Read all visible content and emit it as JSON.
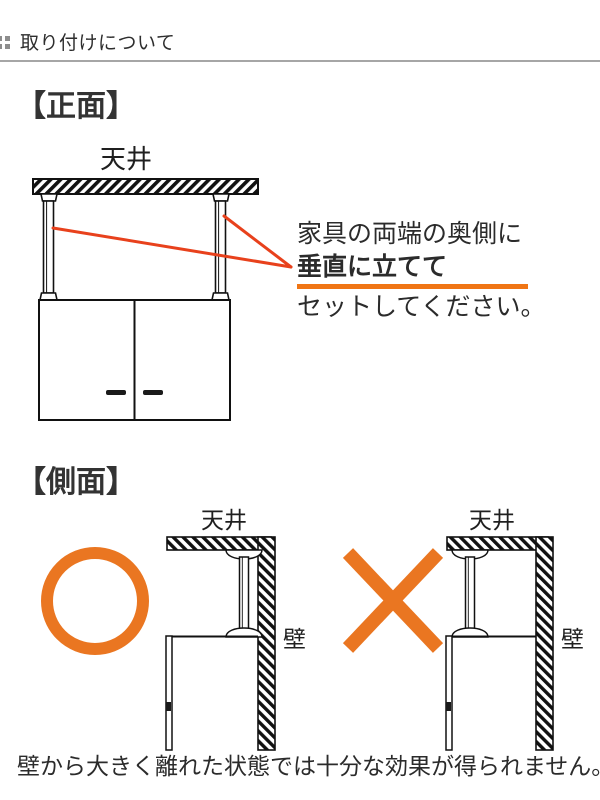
{
  "header": {
    "icon": "grid-dots-icon",
    "title": "取り付けについて"
  },
  "sections": {
    "front": {
      "heading": "【正面】",
      "ceiling_label": "天井",
      "instruction": {
        "line1": "家具の両端の奥側に",
        "line2": "垂直に立てて",
        "line3": "セットしてください。",
        "underline_color": "#f07514"
      }
    },
    "side": {
      "heading": "【側面】",
      "ok": {
        "mark": "circle-mark",
        "mark_color": "#ea7621",
        "ceiling_label": "天井",
        "wall_label": "壁"
      },
      "ng": {
        "mark": "cross-mark",
        "mark_color": "#ea7621",
        "ceiling_label": "天井",
        "wall_label": "壁"
      }
    }
  },
  "caption": "壁から大きく離れた状態では十分な効果が得られません。",
  "colors": {
    "accent_orange": "#ea7621",
    "underline_orange": "#f07514",
    "pointer_red": "#e8411c",
    "line_dark": "#1a1a1a",
    "rule_gray": "#a6a6a6",
    "icon_gray": "#8d8d8d"
  }
}
